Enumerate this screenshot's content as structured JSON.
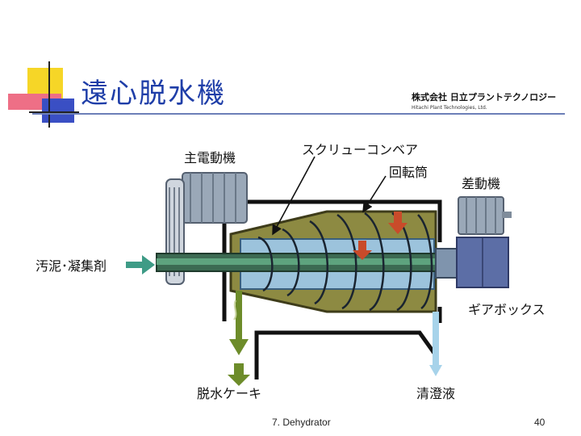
{
  "slide": {
    "title": "遠心脱水機",
    "company_logo_jp": "株式会社 日立プラントテクノロジー",
    "company_logo_en": "Hitachi Plant Technologies, Ltd.",
    "footer_text": "7. Dehydrator",
    "page_number": "40"
  },
  "diagram": {
    "labels": {
      "main_motor": "主電動機",
      "screw_conveyor": "スクリューコンベア",
      "rotating_bowl": "回転筒",
      "differential_motor": "差動機",
      "sludge_flocculant": "汚泥･凝集剤",
      "gearbox": "ギアボックス",
      "dewatered_cake": "脱水ケーキ",
      "clarified_liquid": "清澄液"
    }
  }
}
